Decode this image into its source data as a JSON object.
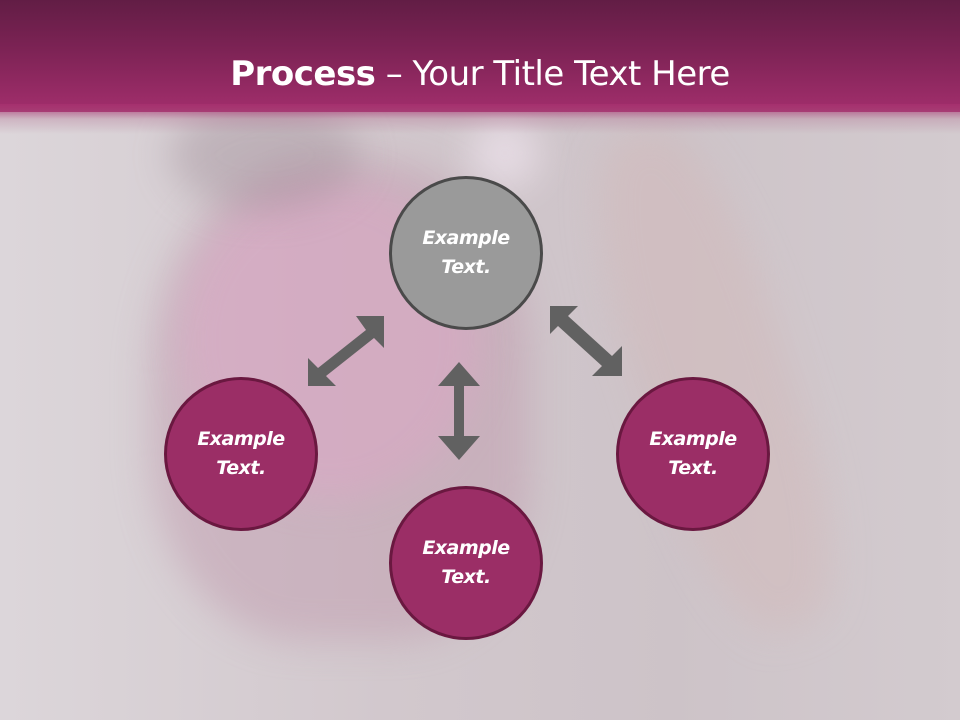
{
  "header": {
    "title_bold": "Process",
    "title_rest": " – Your Title Text Here"
  },
  "colors": {
    "header_dark": "#621d45",
    "header_light": "#a22e6c",
    "node_plum": "#9b2e66",
    "node_plum_border": "#6a1840",
    "node_gray": "#9a9a9a",
    "node_gray_border": "#4a4a4a",
    "arrow": "#616161"
  },
  "diagram": {
    "nodes": [
      {
        "id": "top",
        "line1": "Example",
        "line2": "Text.",
        "style": "gray"
      },
      {
        "id": "left",
        "line1": "Example",
        "line2": "Text.",
        "style": "plum"
      },
      {
        "id": "right",
        "line1": "Example",
        "line2": "Text.",
        "style": "plum"
      },
      {
        "id": "bottom",
        "line1": "Example",
        "line2": "Text.",
        "style": "plum"
      }
    ],
    "arrows": [
      {
        "from": "top",
        "to": "left",
        "type": "double-headed"
      },
      {
        "from": "top",
        "to": "right",
        "type": "double-headed"
      },
      {
        "from": "top",
        "to": "bottom",
        "type": "double-headed"
      }
    ]
  }
}
